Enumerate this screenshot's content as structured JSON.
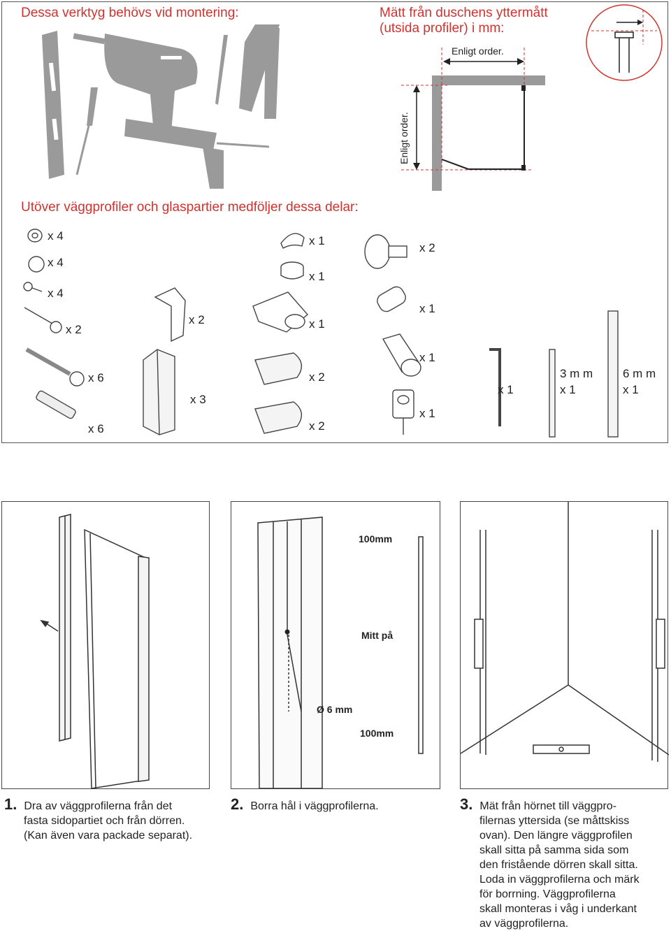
{
  "tools_heading": "Dessa verktyg behövs vid montering:",
  "measure_heading_line1": "Mätt från duschens yttermått",
  "measure_heading_line2": "(utsida profiler) i mm:",
  "measure_horizontal": "Enligt order.",
  "measure_vertical": "Enligt order.",
  "parts_heading": "Utöver väggprofiler och glaspartier medföljer dessa delar:",
  "parts_quantities": {
    "washer": "x 4",
    "cap": "x 4",
    "small_screw": "x 4",
    "medium_screw": "x 2",
    "profile_piece": "x 2",
    "clip": "x 1",
    "ring": "x 1",
    "bracket": "x 1",
    "knob": "x 2",
    "connector": "x 1",
    "long_screw": "x 6",
    "seal_strip": "x 3",
    "plate_a": "x 2",
    "tube_end": "x 1",
    "plug": "x 6",
    "plate_b": "x 2",
    "clamp": "x 1",
    "hex_key": "x 1",
    "drill_3_size": "3 m m",
    "drill_3_qty": "x 1",
    "drill_6_size": "6 m m",
    "drill_6_qty": "x 1"
  },
  "step2_labels": {
    "top": "100mm",
    "middle": "Mitt på",
    "diameter": "Ø 6 mm",
    "bottom": "100mm"
  },
  "steps": [
    {
      "num": "1.",
      "lines": [
        "Dra av väggprofilerna från det",
        "fasta sidopartiet och från dörren.",
        "(Kan även vara packade separat)."
      ]
    },
    {
      "num": "2.",
      "lines": [
        "Borra hål i väggprofilerna."
      ]
    },
    {
      "num": "3.",
      "lines": [
        "Mät från hörnet till väggpro-",
        "filernas yttersida (se måttskiss",
        "ovan). Den längre väggprofilen",
        "skall sitta på samma sida som",
        "den fristående dörren skall sitta.",
        "Loda in väggprofilerna och märk",
        "för borrning. Väggprofilerna",
        "skall monteras i våg i underkant",
        "av väggprofilerna."
      ]
    }
  ],
  "colors": {
    "accent": "#d0332f",
    "tool_gray": "#9a9a9a",
    "line": "#333333"
  }
}
